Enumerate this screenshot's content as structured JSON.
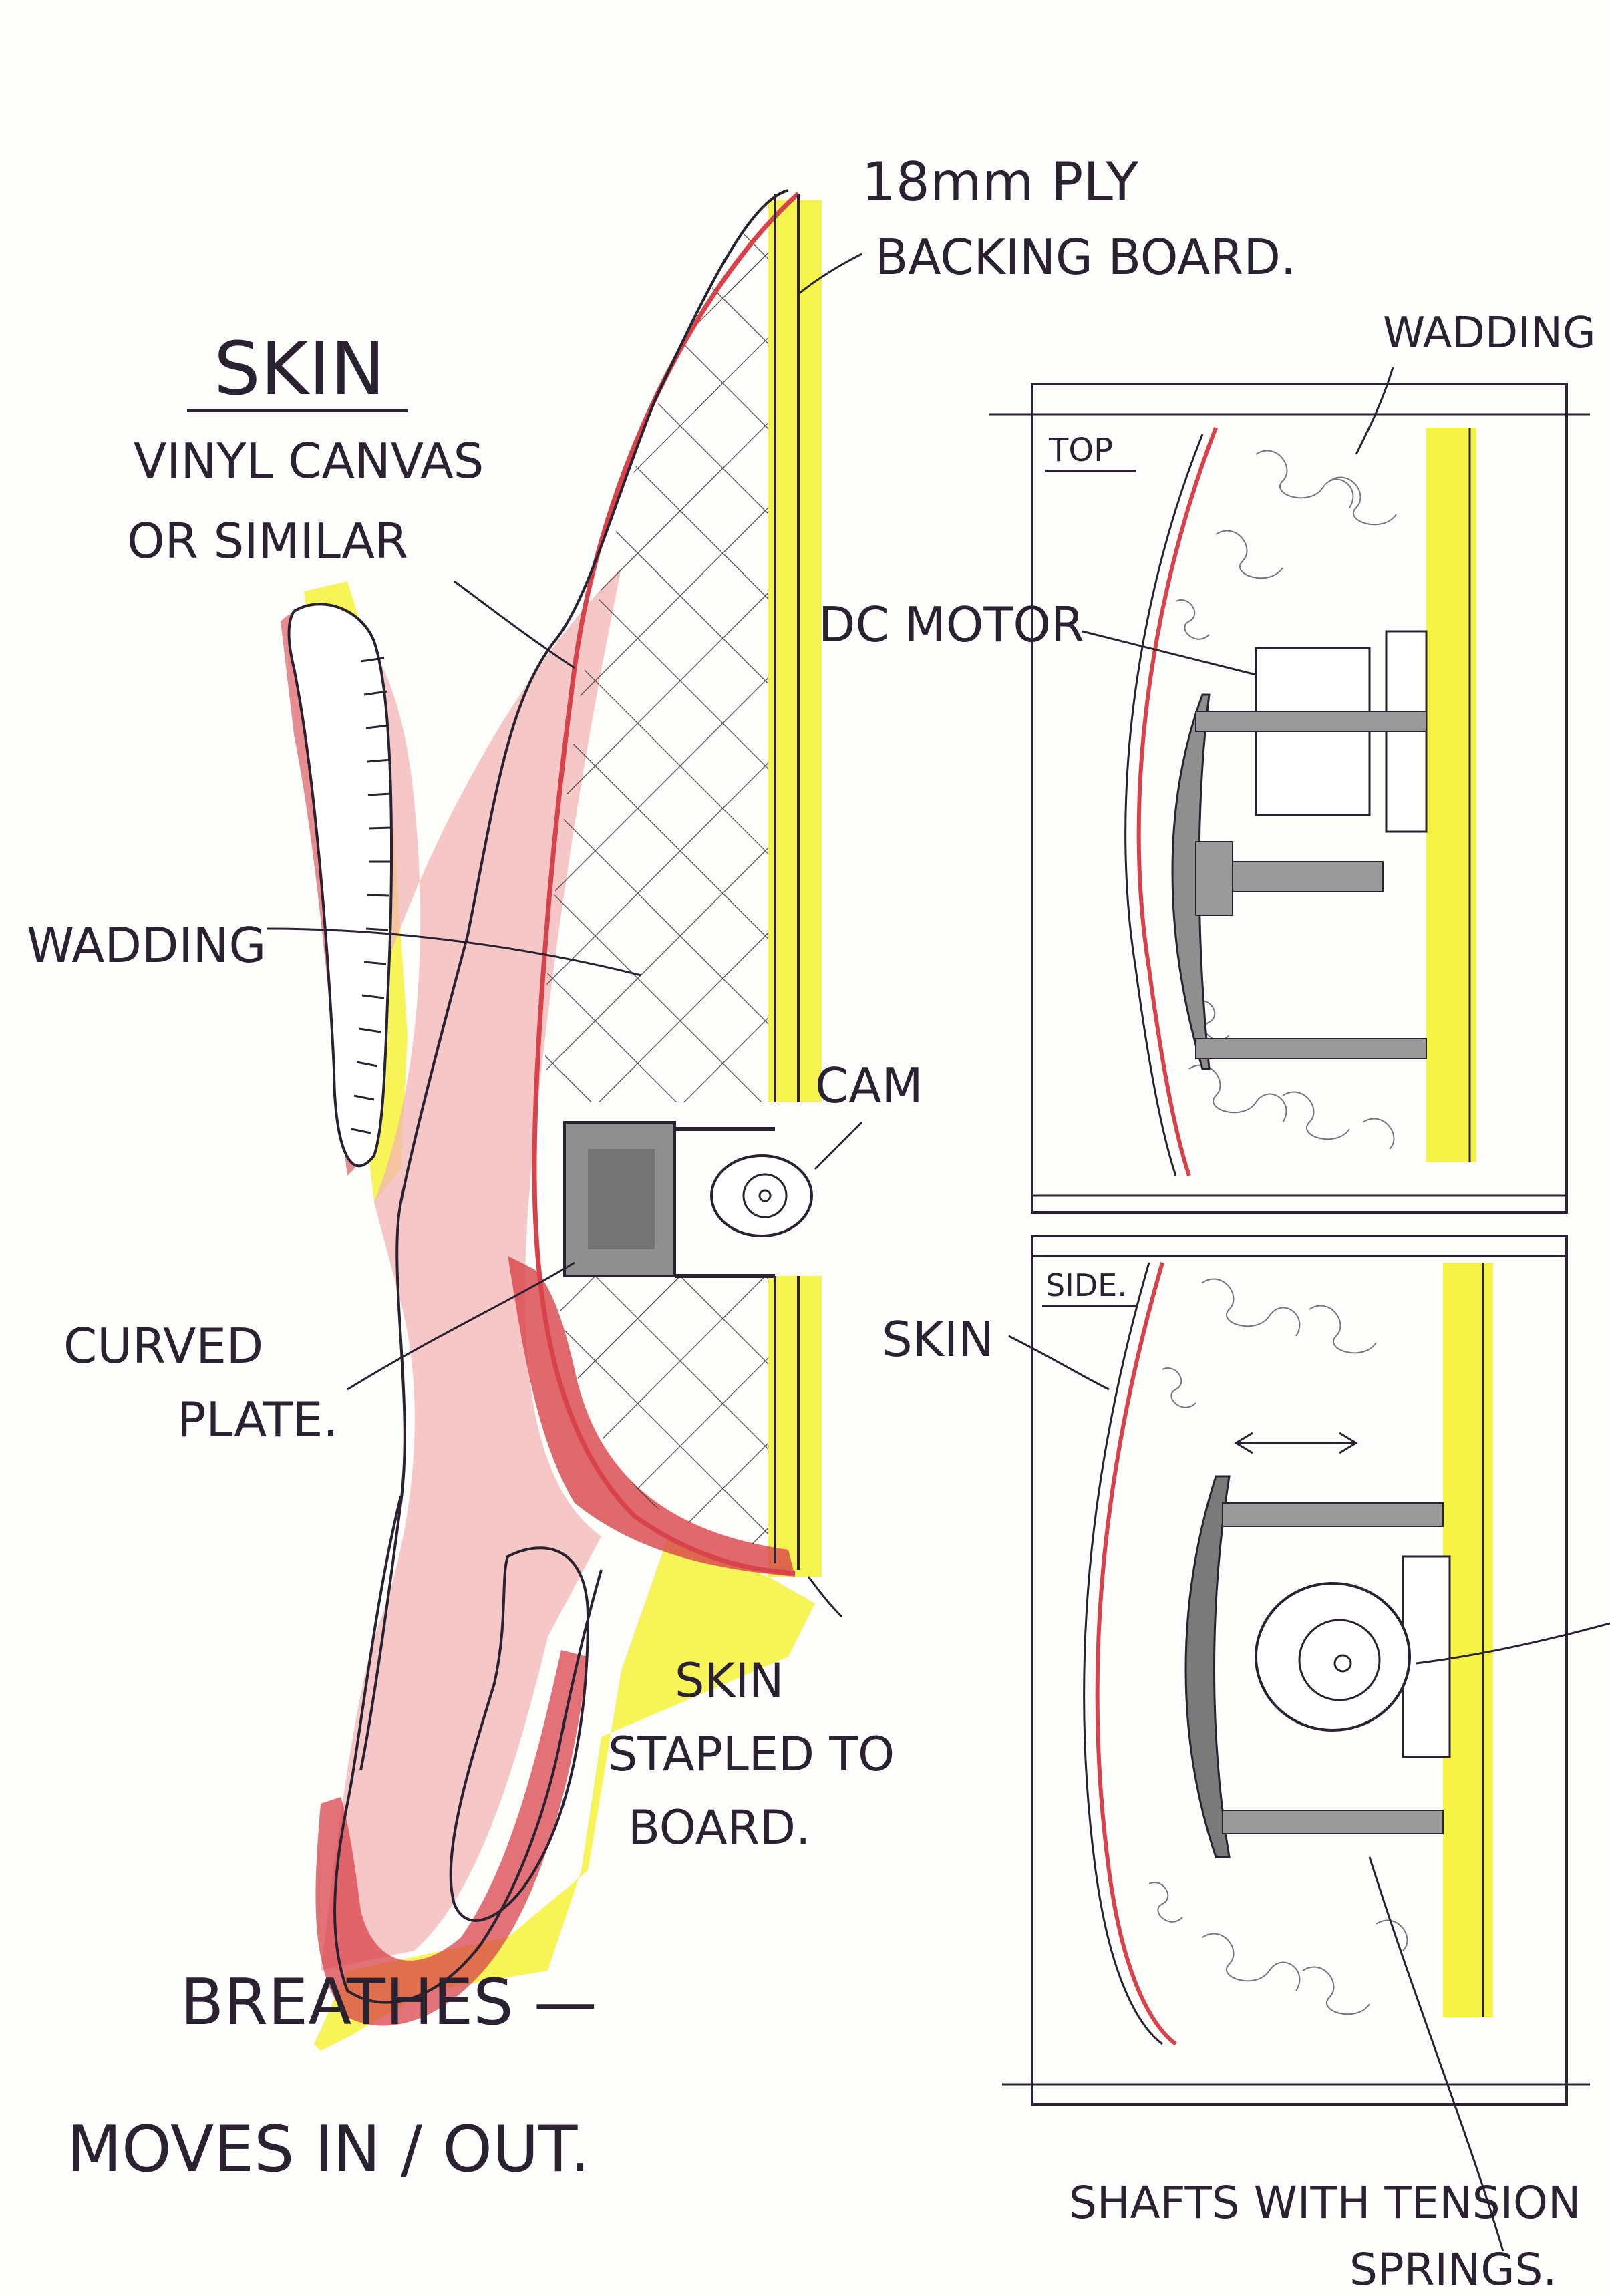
{
  "labels": {
    "skin_title": "SKIN",
    "skin_desc_line1": "VINYL CANVAS",
    "skin_desc_line2": "OR SIMILAR",
    "backing_line1": "18mm PLY",
    "backing_line2": "BACKING BOARD.",
    "wadding_left": "WADDING",
    "wadding_top_right": "WADDING",
    "dc_motor": "DC MOTOR",
    "cam": "CAM",
    "curved_plate_line1": "CURVED",
    "curved_plate_line2": "PLATE.",
    "skin_right": "SKIN",
    "skin_stapled_line1": "SKIN",
    "skin_stapled_line2": "STAPLED TO",
    "skin_stapled_line3": "BOARD.",
    "breathes": "BREATHES —",
    "moves": "MOVES IN / OUT.",
    "top_view": "TOP",
    "side_view": "SIDE.",
    "shafts_line1": "SHAFTS WITH TENSION",
    "shafts_line2": "SPRINGS."
  },
  "colors": {
    "ink": "#2a2230",
    "skin_red": "#d8434b",
    "skin_pink": "#f2b4b4",
    "highlight_yellow": "#f4f23a",
    "motor_grey": "#9a9a9a"
  }
}
